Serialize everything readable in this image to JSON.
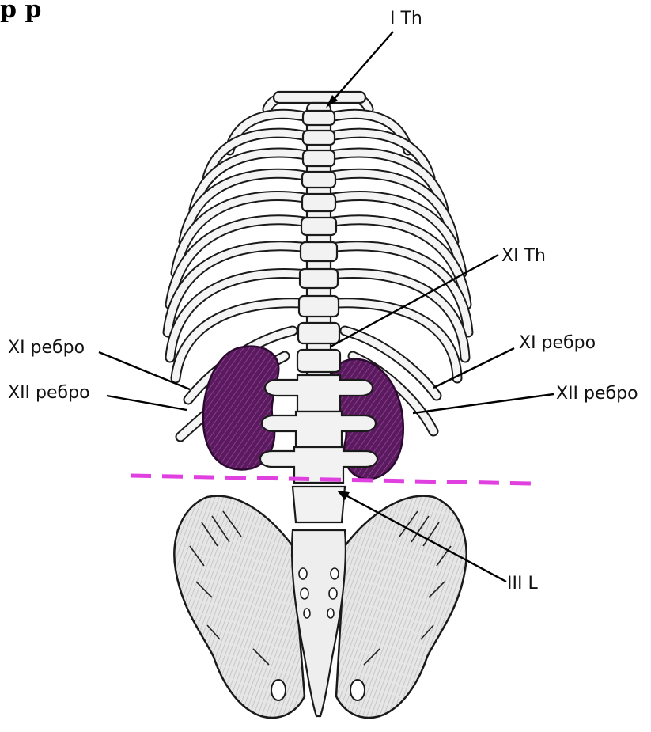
{
  "header": {
    "partial_title": "р   р  "
  },
  "labels": {
    "t1": "I Th",
    "t11": "XI Th",
    "rib11_left": "XI ребро",
    "rib12_left": "XII ребро",
    "rib11_right": "XI ребро",
    "rib12_right": "XII ребро",
    "l3": "III L"
  },
  "colors": {
    "kidney": "#5a1a5e",
    "reference_line": "#e040e0",
    "outline": "#1a1a1a",
    "bone_fill": "#f2f2f2"
  }
}
